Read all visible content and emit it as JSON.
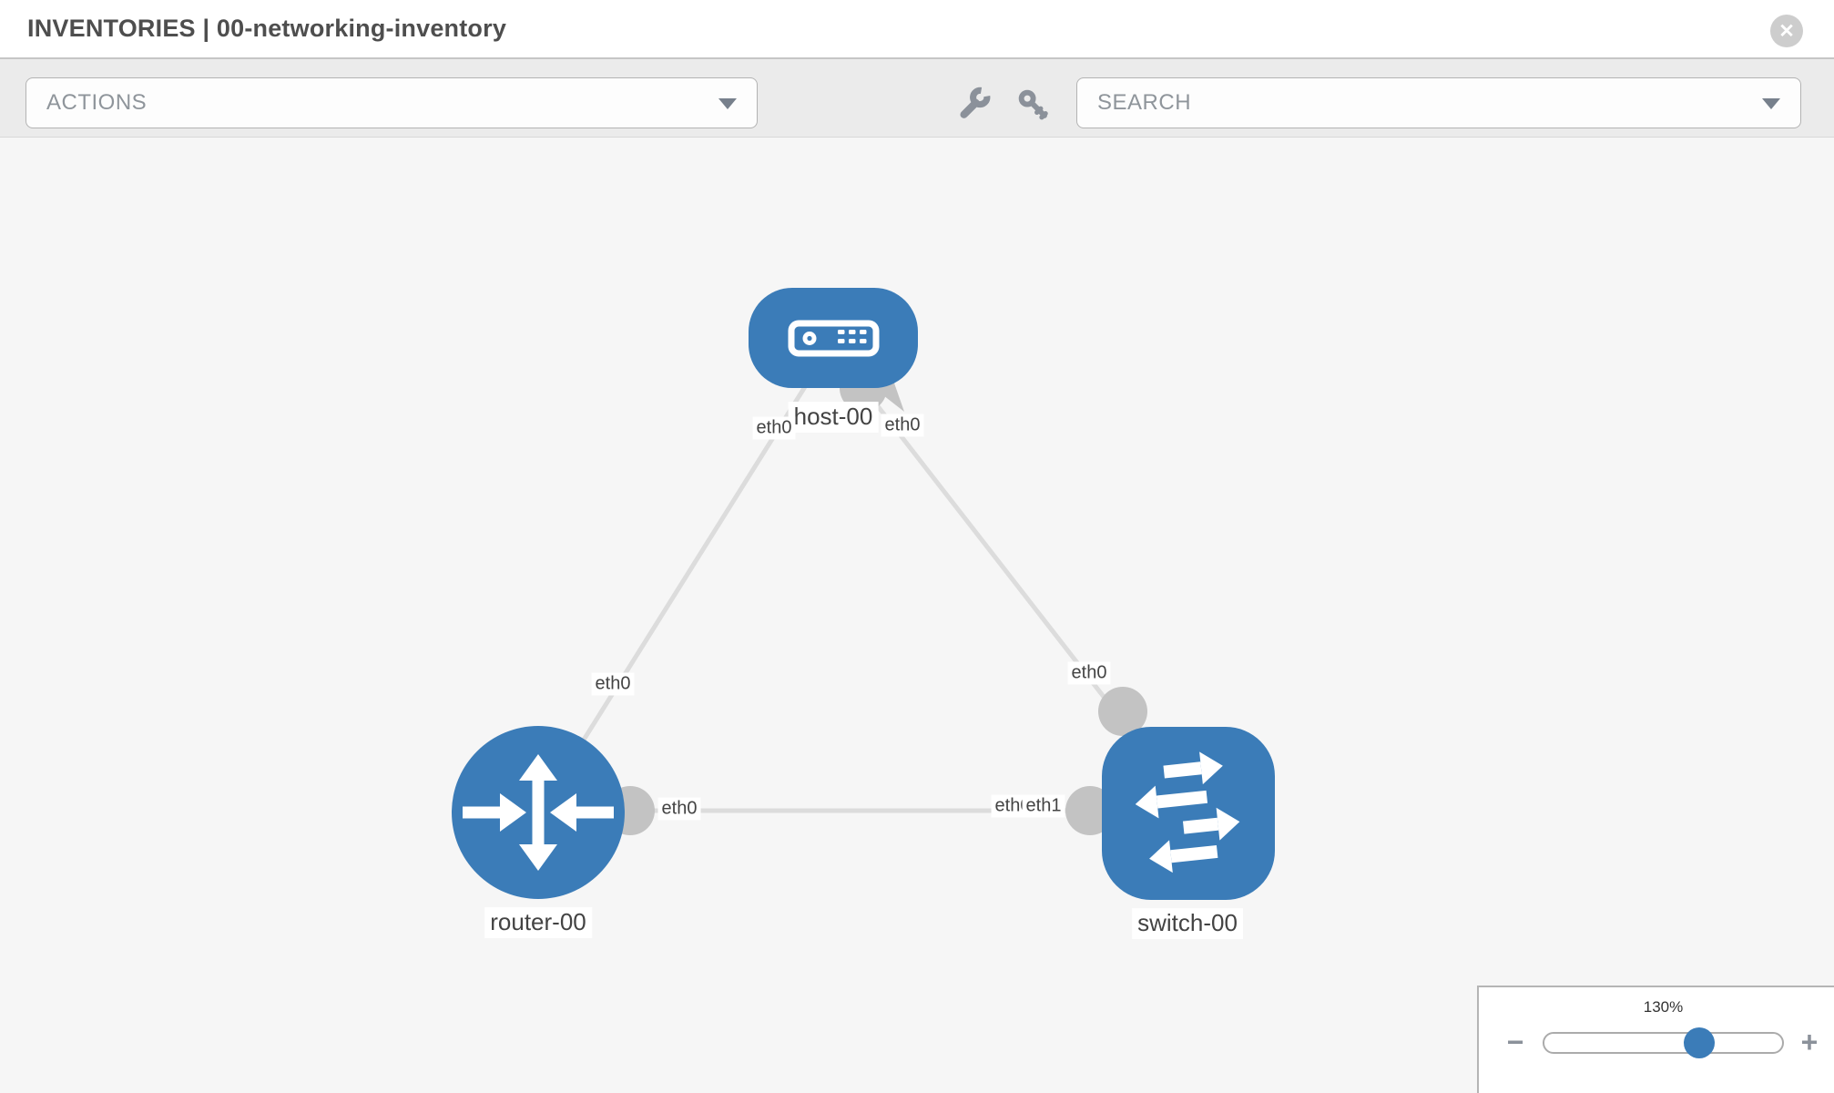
{
  "header": {
    "title": "INVENTORIES | 00-networking-inventory",
    "close_glyph": "✕"
  },
  "toolbar": {
    "actions_placeholder": "ACTIONS",
    "search_placeholder": "SEARCH",
    "icons": [
      "wrench-icon",
      "key-icon"
    ]
  },
  "topology": {
    "nodes": [
      {
        "id": "host-00",
        "type": "host",
        "label": "host-00",
        "icon": "host-icon"
      },
      {
        "id": "router-00",
        "type": "router",
        "label": "router-00",
        "icon": "router-icon"
      },
      {
        "id": "switch-00",
        "type": "switch",
        "label": "switch-00",
        "icon": "switch-icon"
      }
    ],
    "links": [
      {
        "from": "host-00",
        "to": "router-00",
        "from_interface": "eth0",
        "to_interface": "eth0"
      },
      {
        "from": "host-00",
        "to": "switch-00",
        "from_interface": "eth0",
        "to_interface": "eth0"
      },
      {
        "from": "router-00",
        "to": "switch-00",
        "from_interface": "eth0",
        "to_interface": "eth1",
        "occluded_label": "eth0"
      }
    ]
  },
  "zoom_control": {
    "level": "130%",
    "minus_glyph": "−",
    "plus_glyph": "+"
  },
  "colors": {
    "node_blue": "#3b7cb8",
    "connector_gray": "#c3c3c3",
    "link_gray": "#dcdcdc",
    "toolbar_gray": "#ebebeb",
    "canvas_gray": "#f6f6f6",
    "icon_gray": "#8b919a"
  }
}
